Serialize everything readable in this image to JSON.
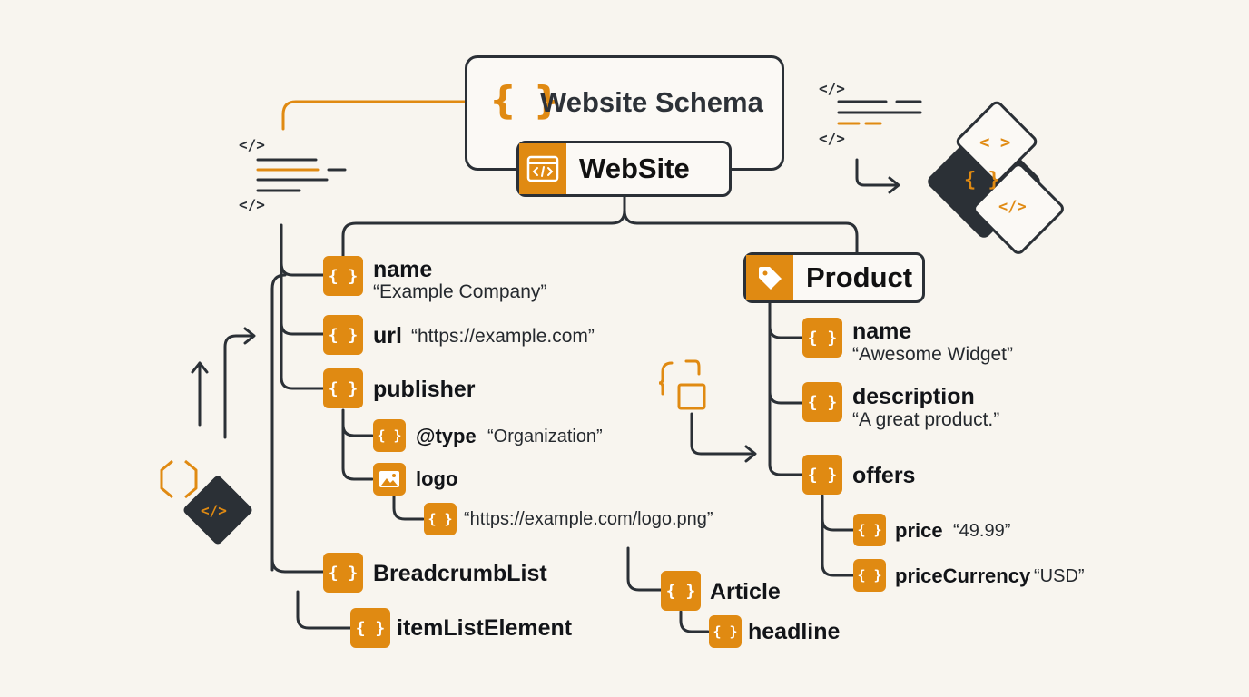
{
  "header": {
    "brace": "{ }",
    "title": "Website Schema"
  },
  "root": {
    "label": "WebSite",
    "icon": "code-window-icon"
  },
  "product": {
    "label": "Product",
    "icon": "tag-icon"
  },
  "node_icon": "{ }",
  "website_props": {
    "name": {
      "key": "name",
      "value": "“Example Company”"
    },
    "url": {
      "key": "url",
      "value": "“https://example.com”"
    },
    "publisher": {
      "key": "publisher"
    },
    "type": {
      "key": "@type",
      "value": "“Organization”"
    },
    "logo": {
      "key": "logo",
      "icon": "image-icon"
    },
    "logo_url": {
      "value": "“https://example.com/logo.png”"
    },
    "breadcrumb": {
      "key": "BreadcrumbList"
    },
    "item_list": {
      "key": "itemListElement"
    },
    "article": {
      "key": "Article"
    },
    "headline": {
      "key": "headline"
    }
  },
  "product_props": {
    "name": {
      "key": "name",
      "value": "“Awesome Widget”"
    },
    "description": {
      "key": "description",
      "value": "“A great product.”"
    },
    "offers": {
      "key": "offers"
    },
    "price": {
      "key": "price",
      "value": "“49.99”"
    },
    "currency": {
      "key": "priceCurrency",
      "value": "“USD”"
    }
  },
  "decor": {
    "code_tag": "</>",
    "angle_tag": "< >",
    "brace": "{ }"
  },
  "colors": {
    "accent": "#e08a12",
    "dark": "#2b3036",
    "background": "#f8f5ef"
  }
}
